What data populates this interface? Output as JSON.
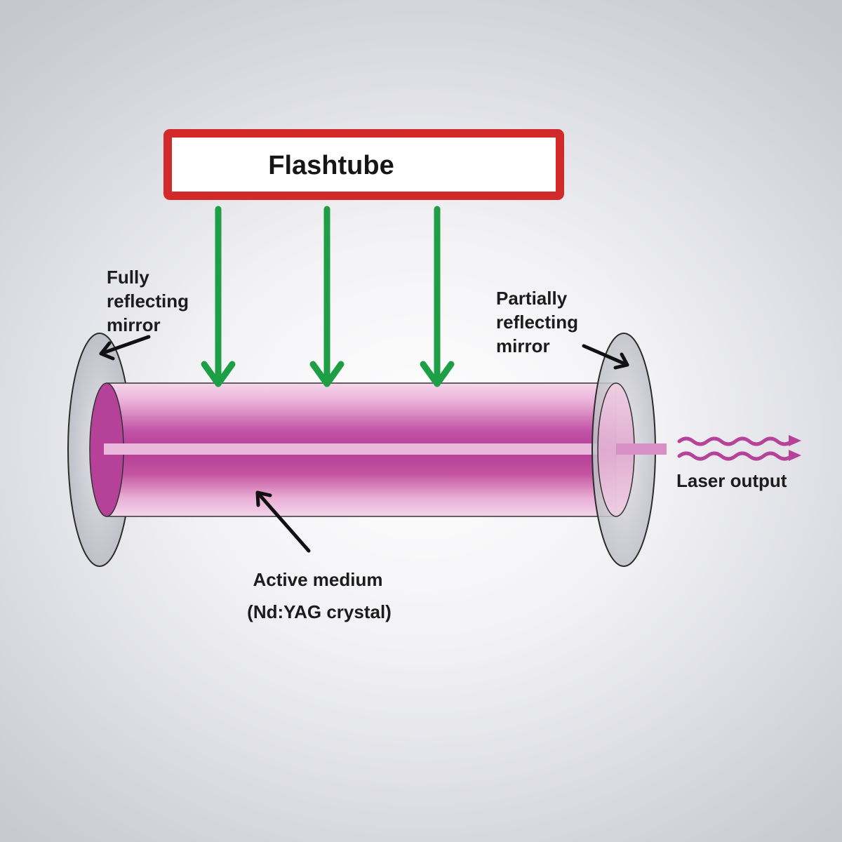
{
  "flashtube": {
    "label": "Flashtube",
    "border_color": "#d22a2a"
  },
  "labels": {
    "fully_reflecting_mirror": [
      "Fully",
      "reflecting",
      "mirror"
    ],
    "partially_reflecting_mirror": [
      "Partially",
      "reflecting",
      "mirror"
    ],
    "laser_output": "Laser output",
    "active_medium": [
      "Active medium",
      "(Nd:YAG crystal)"
    ]
  },
  "colors": {
    "pump_arrow": "#1f9f45",
    "rod": "#b43d94",
    "beam": "#eab8dc",
    "output_wave": "#b5439a",
    "mirror": "#c4c4cb"
  },
  "icons": {
    "pump_arrows": "down-arrow-icon",
    "pointer_arrows": "arrow-icon",
    "laser_output": "wavy-arrow-icon"
  }
}
